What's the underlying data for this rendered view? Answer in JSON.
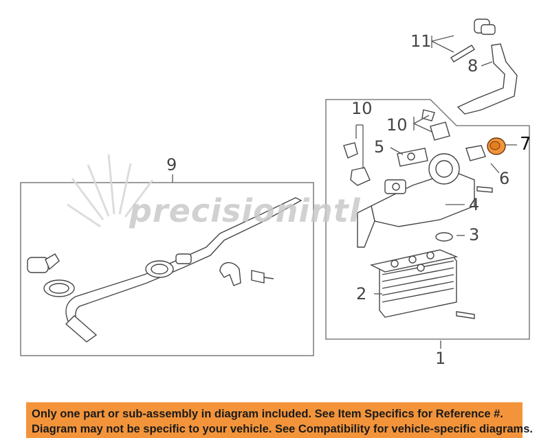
{
  "callouts": {
    "c1": "1",
    "c2": "2",
    "c3": "3",
    "c4": "4",
    "c5": "5",
    "c6": "6",
    "c7": "7",
    "c8": "8",
    "c9": "9",
    "c10a": "10",
    "c10b": "10",
    "c11": "11"
  },
  "watermark": "precisionintl",
  "notice": {
    "line1": "Only one part or sub-assembly in diagram included. See Item Specifics for Reference #.",
    "line2": "Diagram may not be specific to your vehicle. See Compatibility for vehicle-specific diagrams."
  },
  "colors": {
    "highlight": "#f3943a",
    "notice_bg": "#f3943a",
    "line": "#555555"
  }
}
